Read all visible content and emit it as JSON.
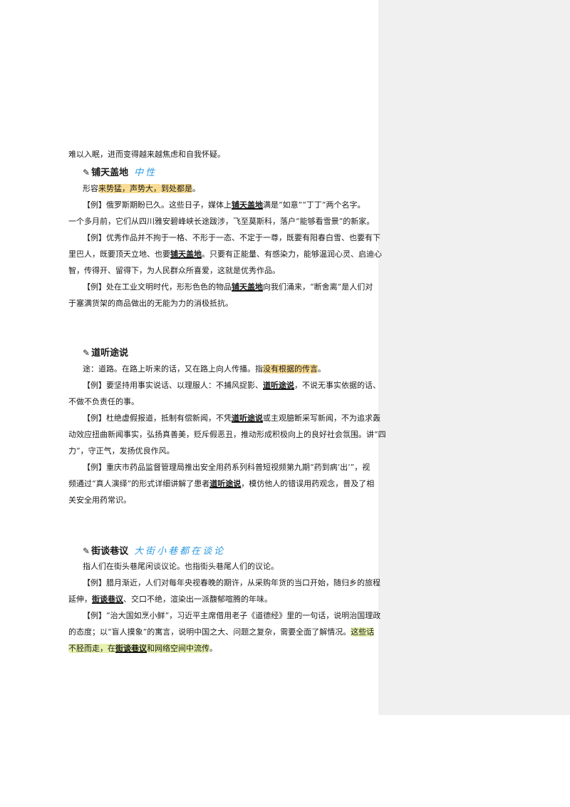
{
  "sidebar_color": "#f0f0f0",
  "top_line": "难以入眠，进而变得越来越焦虑和自我怀疑。",
  "sec1": {
    "pen_icon": "✎",
    "title": "铺天盖地",
    "note": "中性",
    "def_pre": "形容",
    "def_h1": "来势猛，声势大，",
    "def_h2": "到处都是",
    "def_post": "。",
    "ex1_l1_pre": "【例】俄罗斯期盼已久。这些日子，媒体上",
    "ex1_idiom": "铺天盖地",
    "ex1_l1_post": "满是“如意”“丁丁”两个名字。",
    "ex1_l2": "一个多月前，它们从四川雅安碧峰峡长途跋涉，飞至莫斯科，落户“能够看雪景”的新家。",
    "ex2_l1": "【例】优秀作品并不拘于一格、不形于一态、不定于一尊，既要有阳春白雪、也要有下",
    "ex2_l2_pre": "里巴人，既要顶天立地、也要",
    "ex2_idiom": "铺天盖地",
    "ex2_l2_post": "。只要有正能量、有感染力，能够温润心灵、启迪心",
    "ex2_l3": "智，传得开、留得下，为人民群众所喜爱，这就是优秀作品。",
    "ex3_l1_pre": "【例】处在工业文明时代，形形色色的物品",
    "ex3_idiom": "铺天盖地",
    "ex3_l1_post": "向我们涌来，“断舍离”是人们对",
    "ex3_l2": "于塞满货架的商品做出的无能为力的消极抵抗。"
  },
  "sec2": {
    "pen_icon": "✎",
    "title": "道听途说",
    "def_pre": "途：道路。在路上听来的话，又在路上向人传播。指",
    "def_h": "没有根据的传言",
    "def_post": "。",
    "ex1_l1_pre": "【例】要坚持用事实说话、以理服人：不捕风捉影、",
    "ex1_idiom": "道听途说",
    "ex1_l1_post": "，不说无事实依据的话、",
    "ex1_l2": "不做不负责任的事。",
    "ex2_l1_pre": "【例】杜绝虚假报道，抵制有偿新闻，不凭",
    "ex2_idiom": "道听途说",
    "ex2_l1_post": "或主观臆断采写新闻，不为追求轰",
    "ex2_l2": "动效应扭曲新闻事实，弘扬真善美，贬斥假恶丑，推动形成积极向上的良好社会氛围。讲“四",
    "ex2_l3": "力”，守正气，发扬优良作风。",
    "ex3_l1": "【例】重庆市药品监督管理局推出安全用药系列科普短视频第九期“药到病‘出’”，视",
    "ex3_l2_pre": "频通过“真人演绎”的形式详细讲解了患者",
    "ex3_idiom": "道听途说",
    "ex3_l2_post": "，模仿他人的错误用药观念，普及了相",
    "ex3_l3": "关安全用药常识。"
  },
  "sec3": {
    "pen_icon": "✎",
    "title": "街谈巷议",
    "note": "大街小巷都在谈论",
    "def": "指人们在街头巷尾闲谈议论。也指街头巷尾人们的议论。",
    "ex1_l1": "【例】腊月渐近，人们对每年央视春晚的期许，从采购年货的当口开始，随归乡的旅程",
    "ex1_l2_pre": "延伸，",
    "ex1_idiom": "街谈巷议",
    "ex1_l2_post": "、交口不绝，渲染出一派馥郁喧腾的年味。",
    "ex2_l1": "【例】“治大国如烹小鲜”，习近平主席借用老子《道德经》里的一句话，说明治国理政",
    "ex2_l2_pre": "的态度；以“盲人摸象”的寓言，说明中国之大、问题之复杂，需要全面了解情况。",
    "ex2_l2_h": "这些话",
    "ex2_l3_h_pre": "不胫而走，在",
    "ex2_idiom": "街谈巷议",
    "ex2_l3_h_post": "和网络空间中流传",
    "ex2_l3_post": "。"
  }
}
